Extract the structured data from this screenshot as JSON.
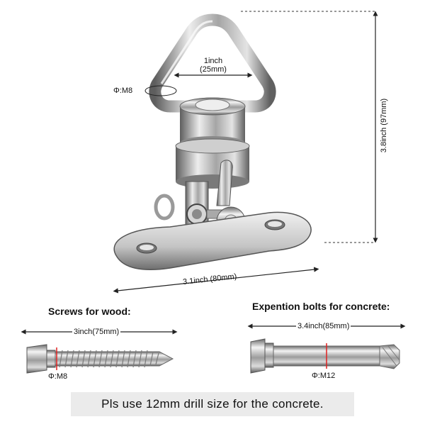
{
  "hook": {
    "inner_width_label_line1": "1inch",
    "inner_width_label_line2": "(25mm)",
    "ring_diameter_label": "Φ:M8",
    "height_label": "3.8inch (97mm)",
    "base_length_label": "3.1inch (80mm)"
  },
  "wood_screw": {
    "heading": "Screws for wood:",
    "length_label": "3inch(75mm)",
    "diameter_label": "Φ:M8"
  },
  "concrete_bolt": {
    "heading": "Expention bolts for concrete:",
    "length_label": "3.4inch(85mm)",
    "diameter_label": "Φ:M12"
  },
  "note": "Pls use 12mm drill size for the concrete.",
  "colors": {
    "metal_light": "#f2f2f2",
    "metal_mid": "#b8b8b8",
    "metal_dark": "#5a5a5a",
    "dimension_line": "#222222",
    "marker_red": "#e02020",
    "note_background": "#ebebeb"
  }
}
